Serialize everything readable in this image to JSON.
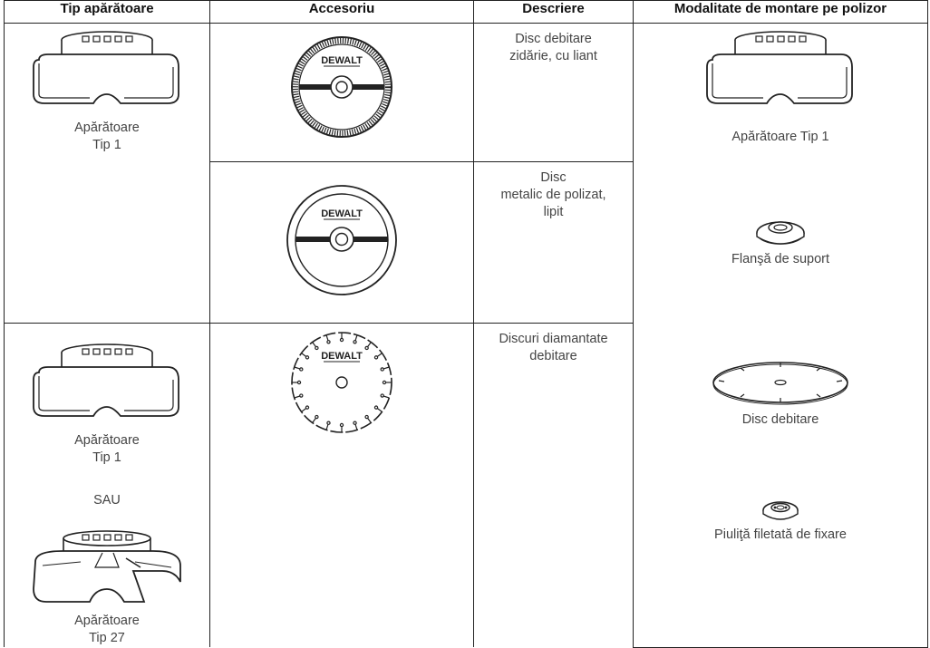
{
  "headers": {
    "guard_type": "Tip apărătoare",
    "accessory": "Accesoriu",
    "description": "Descriere",
    "mounting": "Modalitate de montare pe polizor"
  },
  "rows": [
    {
      "description": "Disc debitare\nzidărie, cu liant",
      "brand": "DEWALT"
    },
    {
      "description": "Disc\nmetalic de polizat,\nlipit",
      "brand": "DEWALT"
    },
    {
      "description": "Discuri diamantate\ndebitare",
      "brand": "DEWALT"
    }
  ],
  "guard_col": {
    "g1_label_a": "Apărătoare",
    "g1_label_b": "Tip 1",
    "g2_label_a": "Apărătoare",
    "g2_label_b": "Tip 1",
    "or": "SAU",
    "g3_label_a": "Apărătoare",
    "g3_label_b": "Tip 27"
  },
  "mount_col": {
    "guard": "Apărătoare Tip 1",
    "flange": "Flanşă de suport",
    "disc": "Disc debitare",
    "nut": "Piuliţă filetată de fixare"
  }
}
